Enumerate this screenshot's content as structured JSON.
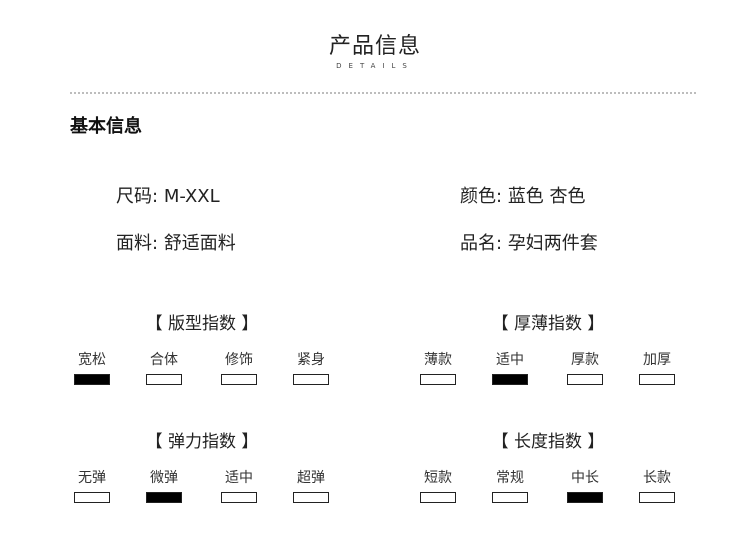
{
  "header": {
    "title": "产品信息",
    "subtitle": "DETAILS"
  },
  "section": {
    "heading": "基本信息"
  },
  "info": [
    {
      "key": "尺码:",
      "value": "M-XXL"
    },
    {
      "key": "颜色:",
      "value": "蓝色 杏色"
    },
    {
      "key": "面料:",
      "value": "舒适面料"
    },
    {
      "key": "品名:",
      "value": "孕妇两件套"
    }
  ],
  "indices": [
    {
      "title": "【 版型指数 】",
      "options": [
        "宽松",
        "合体",
        "修饰",
        "紧身"
      ],
      "selected": 0
    },
    {
      "title": "【 厚薄指数 】",
      "options": [
        "薄款",
        "适中",
        "厚款",
        "加厚"
      ],
      "selected": 1
    },
    {
      "title": "【 弹力指数 】",
      "options": [
        "无弹",
        "微弹",
        "适中",
        "超弹"
      ],
      "selected": 1
    },
    {
      "title": "【 长度指数 】",
      "options": [
        "短款",
        "常规",
        "中长",
        "长款"
      ],
      "selected": 2
    }
  ]
}
